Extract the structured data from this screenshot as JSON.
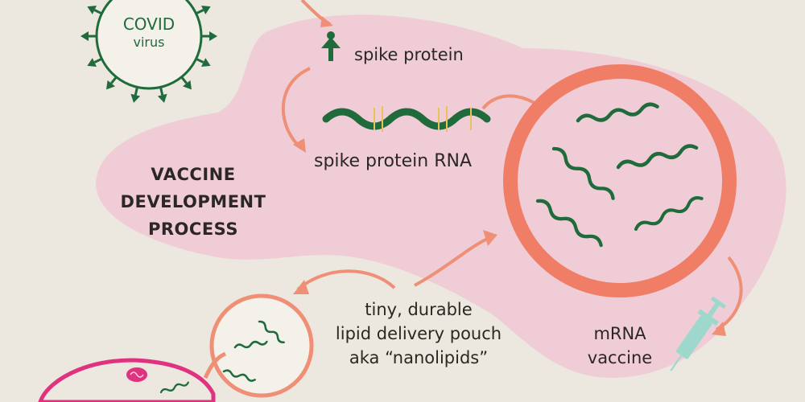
{
  "virus": {
    "line1": "COVID",
    "line2": "virus"
  },
  "labels": {
    "spike_protein": "spike protein",
    "spike_rna": "spike protein RNA",
    "process_title": [
      "VACCINE",
      "DEVELOPMENT",
      "PROCESS"
    ],
    "lipid": [
      "tiny, durable",
      "lipid delivery pouch",
      "aka “nanolipids”"
    ],
    "vaccine": [
      "mRNA",
      "vaccine"
    ]
  },
  "icons": [
    "virus-icon",
    "spike-protein-icon",
    "rna-strand-icon",
    "syringe-icon"
  ],
  "colors": {
    "background": "#ece7df",
    "blob": "#f0cdd6",
    "arrow": "#ef8f76",
    "circle": "#f07e66",
    "rna_green": "#1f6b3c",
    "magenta": "#e0337f",
    "syringe": "#9ed8cc"
  }
}
